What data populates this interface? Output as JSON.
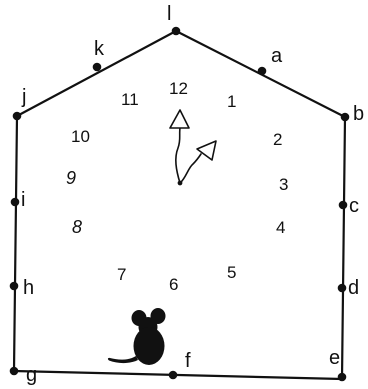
{
  "colors": {
    "ink": "#111111",
    "background": "#ffffff"
  },
  "points": [
    "l",
    "a",
    "b",
    "c",
    "d",
    "e",
    "f",
    "g",
    "h",
    "i",
    "j",
    "k"
  ],
  "clock_numbers": [
    "12",
    "1",
    "2",
    "3",
    "4",
    "5",
    "6",
    "7",
    "8",
    "9",
    "10",
    "11"
  ],
  "mouse": {
    "icon": "mouse-silhouette-icon"
  },
  "hands": {
    "icon": "clock-hands-icon"
  }
}
